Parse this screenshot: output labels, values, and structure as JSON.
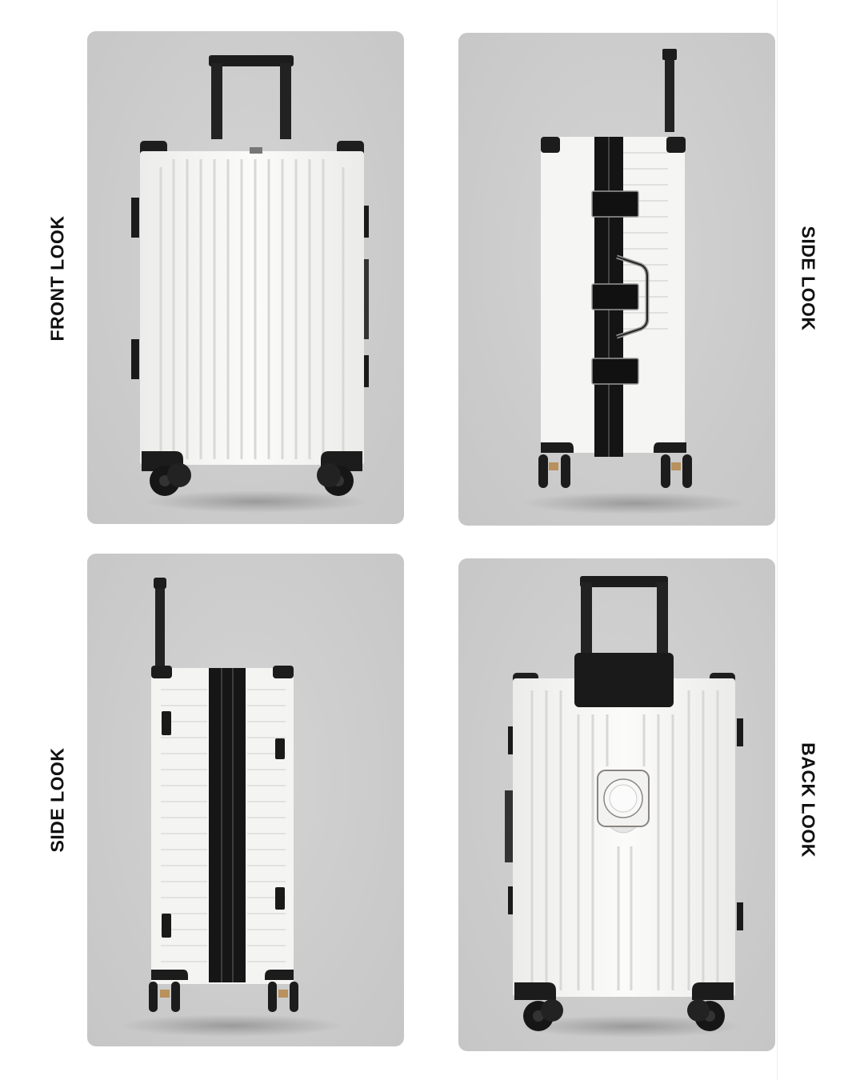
{
  "panels": [
    {
      "id": "front",
      "label": "FRONT LOOK",
      "label_side": "left"
    },
    {
      "id": "side-right",
      "label": "SIDE LOOK",
      "label_side": "right"
    },
    {
      "id": "side-left",
      "label": "SIDE LOOK",
      "label_side": "left"
    },
    {
      "id": "back",
      "label": "BACK LOOK",
      "label_side": "right"
    }
  ],
  "colors": {
    "panel_bg": "#cdcdcd",
    "shell": "#f6f6f4",
    "frame": "#1a1a1a",
    "label": "#111111",
    "page_bg": "#ffffff"
  }
}
